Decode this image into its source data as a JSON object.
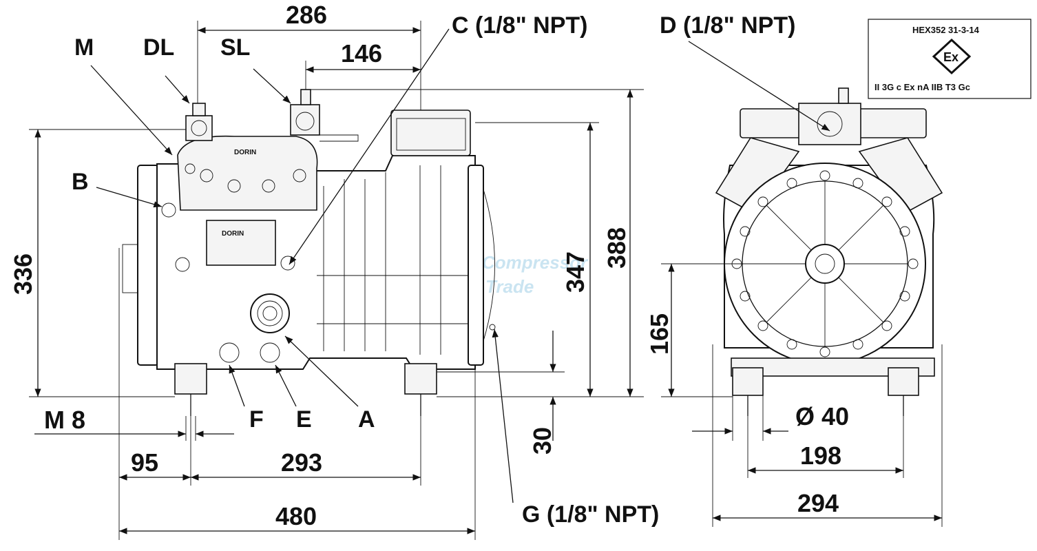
{
  "certificate": {
    "ref": "HEX352 31-3-14",
    "mark": "Ex",
    "marking": "II 3G c Ex nA IIB T3 Gc"
  },
  "watermark": {
    "line1": "Compressor",
    "line2": "Trade"
  },
  "connections": {
    "m": "M",
    "dl": "DL",
    "sl": "SL",
    "b": "B",
    "c": "C (1/8\" NPT)",
    "d": "D (1/8\" NPT)",
    "f": "F",
    "e": "E",
    "a": "A",
    "g": "G (1/8\" NPT)"
  },
  "brand": "DORIN",
  "dimensions": {
    "top_286": "286",
    "top_146": "146",
    "height_336": "336",
    "height_347": "347",
    "height_388": "388",
    "foot_30": "30",
    "bolt_m8": "M  8",
    "left_95": "95",
    "base_293": "293",
    "length_480": "480",
    "height_165": "165",
    "dia_40": "Ø  40",
    "foot_198": "198",
    "width_294": "294"
  }
}
